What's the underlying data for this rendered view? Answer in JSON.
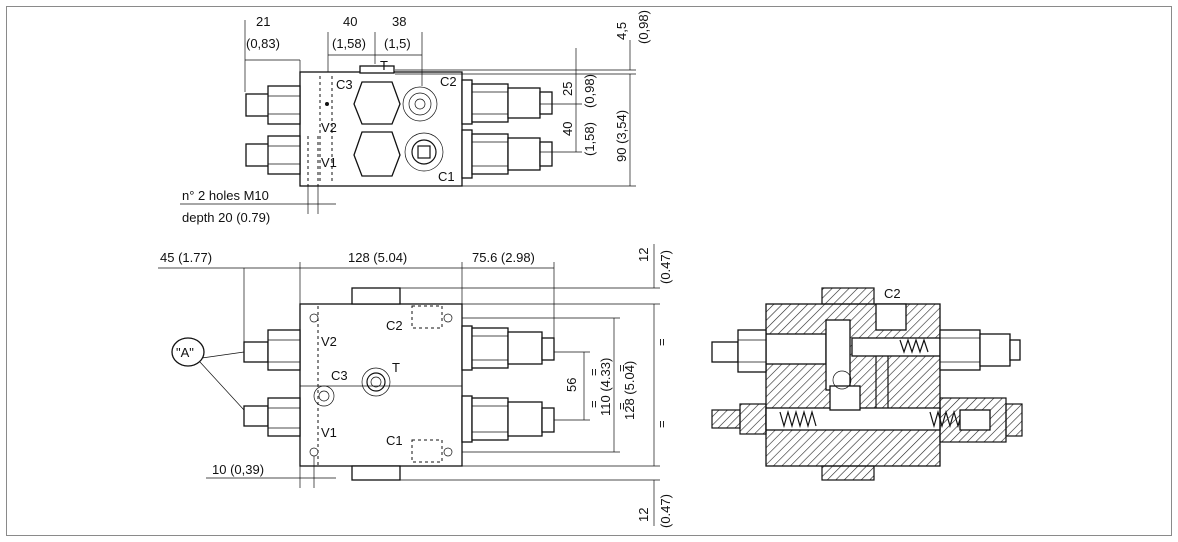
{
  "top_view": {
    "dims": {
      "d21": "21",
      "d21_in": "(0,83)",
      "d40": "40",
      "d40_in": "(1,58)",
      "d38": "38",
      "d38_in": "(1,5)",
      "d45": "4,5",
      "d45_in": "(0,98)",
      "d25": "25",
      "d25_in": "(0,98)",
      "d40b": "40",
      "d40b_in": "(1,58)",
      "d90": "90 (3,54)"
    },
    "ports": {
      "t": "T",
      "c3": "C3",
      "c2": "C2",
      "v2": "V2",
      "v1": "V1",
      "c1": "C1"
    },
    "note_line1": "n° 2 holes M10",
    "note_line2": "depth 20 (0.79)"
  },
  "front_view": {
    "dims": {
      "d45": "45 (1.77)",
      "d128": "128 (5.04)",
      "d756": "75.6 (2.98)",
      "d12_top": "12",
      "d12_top_in": "(0.47)",
      "d12_bot": "12",
      "d12_bot_in": "(0.47)",
      "d56": "56",
      "d110": "110 (4.33)",
      "d128v": "128 (5.04)",
      "d10": "10 (0,39)",
      "eq": "="
    },
    "ports": {
      "c2": "C2",
      "v2": "V2",
      "c3": "C3",
      "t": "T",
      "v1": "V1",
      "c1": "C1"
    },
    "callout": "\"A\""
  },
  "section_view": {
    "ports": {
      "c2": "C2"
    }
  }
}
